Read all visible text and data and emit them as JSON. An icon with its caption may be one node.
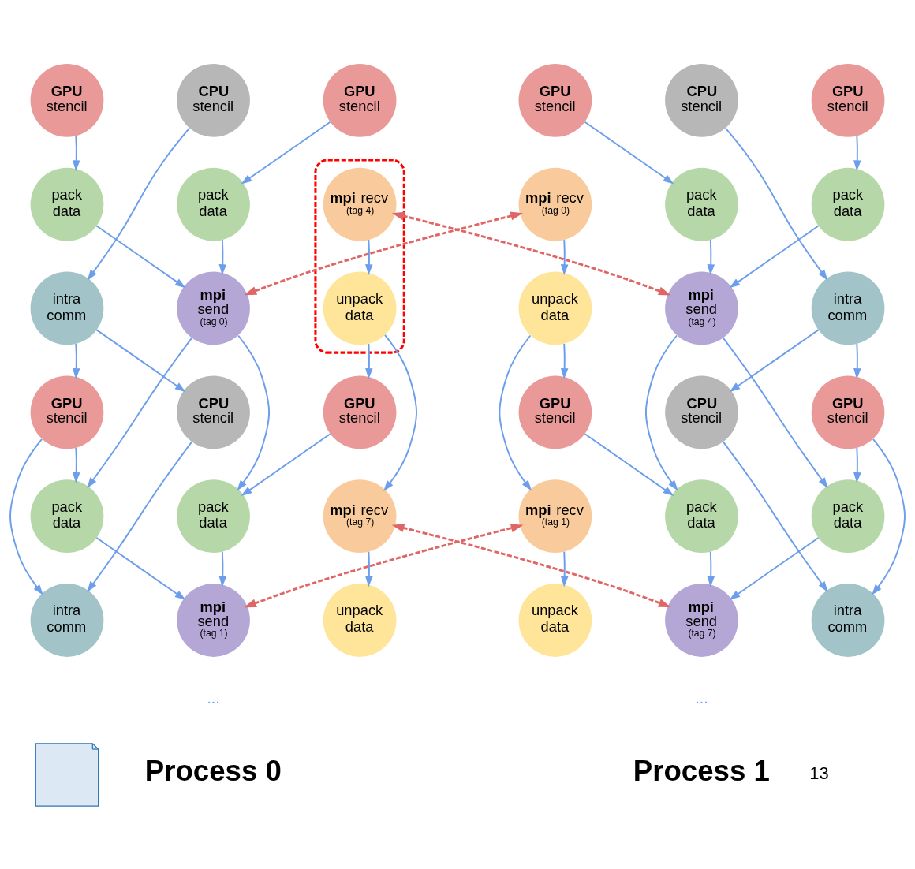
{
  "diagram": {
    "nodes": [
      {
        "text": [
          "GPU",
          "stencil"
        ]
      },
      {
        "text": [
          "CPU",
          "stencil"
        ]
      },
      {
        "text": [
          "GPU",
          "stencil"
        ]
      },
      {
        "text": [
          "pack data"
        ]
      },
      {
        "text": [
          "pack data"
        ]
      },
      {
        "text": [],
        "shape": "box"
      },
      {
        "text": [
          "mpi",
          "recv",
          "(tag 4)"
        ],
        "in": 5
      },
      {
        "text": [
          "intra comm"
        ]
      },
      {
        "text": [
          "mpi",
          "send",
          "(tag 0)"
        ]
      },
      {
        "text": [
          "unpack data"
        ],
        "in": 5
      },
      {
        "text": [
          "GPU",
          "stencil"
        ]
      },
      {
        "text": [
          "CPU",
          "stencil"
        ]
      },
      {
        "text": [
          "GPU",
          "stencil"
        ]
      },
      {
        "text": [
          "pack data"
        ]
      },
      {
        "text": [
          "pack data"
        ]
      },
      {
        "text": [
          "mpi",
          "recv",
          "(tag 7)"
        ]
      },
      {
        "text": [
          "intra comm"
        ]
      },
      {
        "text": [
          "mpi",
          "send",
          "(tag 1)"
        ]
      },
      {
        "text": [
          "unpack data"
        ]
      },
      {
        "text": [
          "GPU",
          "stencil"
        ]
      },
      {
        "text": [
          "CPU",
          "stencil"
        ]
      },
      {
        "text": [
          "GPU",
          "stencil"
        ]
      },
      {
        "text": [
          "mpi",
          "recv",
          "(tag 0)"
        ]
      },
      {
        "text": [
          "pack data"
        ]
      },
      {
        "text": [
          "pack data"
        ]
      },
      {
        "text": [
          "unpack data"
        ]
      },
      {
        "text": [
          "mpi",
          "send",
          "(tag 4)"
        ]
      },
      {
        "text": [
          "intra comm"
        ]
      },
      {
        "text": [
          "GPU",
          "stencil"
        ]
      },
      {
        "text": [
          "CPU",
          "stencil"
        ]
      },
      {
        "text": [
          "GPU",
          "stencil"
        ]
      },
      {
        "text": [
          "mpi",
          "recv",
          "(tag 1)"
        ]
      },
      {
        "text": [
          "pack data"
        ]
      },
      {
        "text": [
          "pack data"
        ]
      },
      {
        "text": [
          "unpack data"
        ]
      },
      {
        "text": [
          "mpi",
          "send",
          "(tag 7)"
        ]
      },
      {
        "text": [
          "intra comm"
        ]
      },
      {
        "text": [],
        "shape": "callout"
      }
    ],
    "edges": [
      {
        "from": 0,
        "to": 3,
        "arrow": "to"
      },
      {
        "from": 1,
        "to": 7,
        "arrow": "to"
      },
      {
        "from": 2,
        "to": 4,
        "arrow": "to"
      },
      {
        "from": 3,
        "to": 8,
        "arrow": "to"
      },
      {
        "from": 4,
        "to": 8,
        "arrow": "to"
      },
      {
        "from": 6,
        "to": 9,
        "arrow": "to"
      },
      {
        "from": 7,
        "to": 10,
        "arrow": "to"
      },
      {
        "from": 7,
        "to": 11,
        "arrow": "to"
      },
      {
        "from": 8,
        "to": 13,
        "arrow": "to"
      },
      {
        "from": 8,
        "to": 14,
        "arrow": "to"
      },
      {
        "from": 9,
        "to": 12,
        "arrow": "to"
      },
      {
        "from": 9,
        "to": 15,
        "arrow": "to"
      },
      {
        "from": 10,
        "to": 13,
        "arrow": "to"
      },
      {
        "from": 10,
        "to": 16,
        "arrow": "to"
      },
      {
        "from": 11,
        "to": 16,
        "arrow": "to"
      },
      {
        "from": 12,
        "to": 14,
        "arrow": "to"
      },
      {
        "from": 13,
        "to": 17,
        "arrow": "to"
      },
      {
        "from": 14,
        "to": 17,
        "arrow": "to"
      },
      {
        "from": 15,
        "to": 18,
        "arrow": "to"
      },
      {
        "from": 8,
        "to": 22,
        "arrow": "both",
        "style": "dashed",
        "color": "#e06666"
      },
      {
        "from": 6,
        "to": 26,
        "arrow": "both",
        "style": "dashed",
        "color": "#e06666"
      },
      {
        "from": 17,
        "to": 31,
        "arrow": "both",
        "style": "dashed",
        "color": "#e06666"
      },
      {
        "from": 15,
        "to": 35,
        "arrow": "both",
        "style": "dashed",
        "color": "#e06666"
      },
      {
        "from": 19,
        "to": 23,
        "arrow": "to"
      },
      {
        "from": 20,
        "to": 27,
        "arrow": "to"
      },
      {
        "from": 21,
        "to": 24,
        "arrow": "to"
      },
      {
        "from": 22,
        "to": 25,
        "arrow": "to"
      },
      {
        "from": 23,
        "to": 26,
        "arrow": "to"
      },
      {
        "from": 24,
        "to": 26,
        "arrow": "to"
      },
      {
        "from": 25,
        "to": 28,
        "arrow": "to"
      },
      {
        "from": 25,
        "to": 31,
        "arrow": "to"
      },
      {
        "from": 26,
        "to": 32,
        "arrow": "to"
      },
      {
        "from": 26,
        "to": 33,
        "arrow": "to"
      },
      {
        "from": 27,
        "to": 29,
        "arrow": "to"
      },
      {
        "from": 27,
        "to": 30,
        "arrow": "to"
      },
      {
        "from": 28,
        "to": 32,
        "arrow": "to"
      },
      {
        "from": 29,
        "to": 36,
        "arrow": "to"
      },
      {
        "from": 30,
        "to": 33,
        "arrow": "to"
      },
      {
        "from": 30,
        "to": 36,
        "arrow": "to"
      },
      {
        "from": 31,
        "to": 34,
        "arrow": "to"
      },
      {
        "from": 32,
        "to": 35,
        "arrow": "to"
      },
      {
        "from": 33,
        "to": 35,
        "arrow": "to"
      }
    ],
    "labels": [
      "...",
      "...",
      "Process 0",
      "Process 1",
      "13"
    ]
  }
}
